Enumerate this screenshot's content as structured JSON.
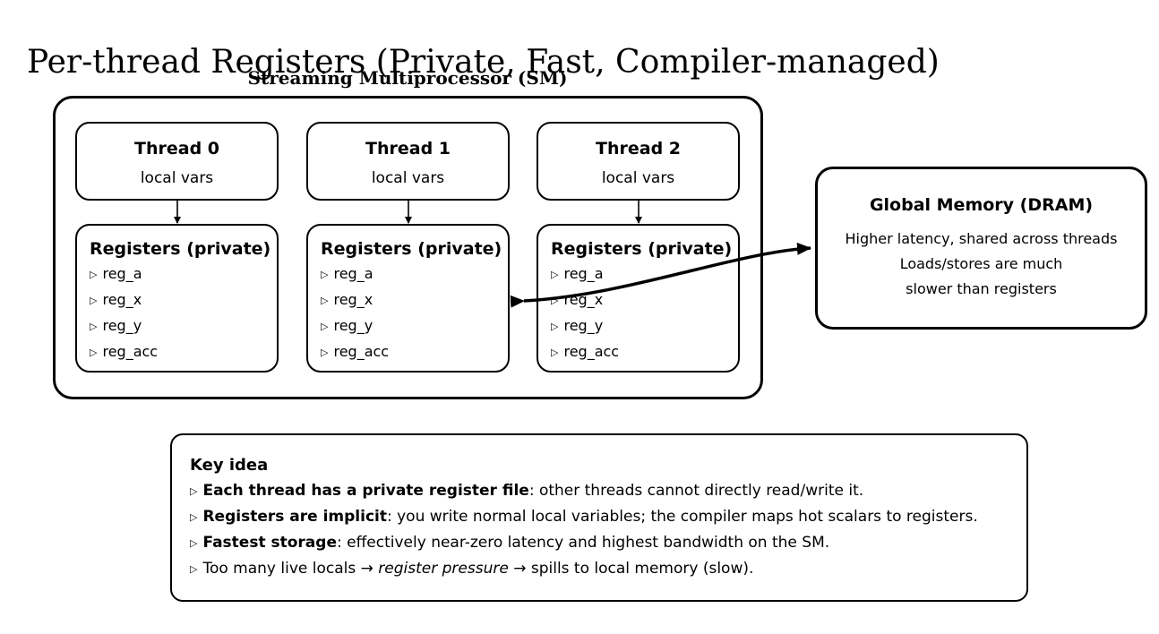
{
  "title": "Per-thread Registers (Private, Fast, Compiler-managed)",
  "sm_label": "Streaming Multiprocessor (SM)",
  "threads": [
    {
      "name": "Thread 0",
      "sub": "local vars"
    },
    {
      "name": "Thread 1",
      "sub": "local vars"
    },
    {
      "name": "Thread 2",
      "sub": "local vars"
    }
  ],
  "registers": {
    "title": "Registers (private)",
    "items": [
      "reg_a",
      "reg_x",
      "reg_y",
      "reg_acc"
    ]
  },
  "global_memory": {
    "title": "Global Memory (DRAM)",
    "lines": [
      "Higher latency, shared across threads",
      "Loads/stores are much",
      "slower than registers"
    ]
  },
  "key_idea": {
    "title": "Key idea",
    "bullets": [
      {
        "bold": "Each thread has a private register file",
        "rest": ": other threads cannot directly read/write it."
      },
      {
        "bold": "Registers are implicit",
        "rest": ": you write normal local variables; the compiler maps hot scalars to registers."
      },
      {
        "bold": "Fastest storage",
        "rest": ": effectively near-zero latency and highest bandwidth on the SM."
      },
      {
        "pre": "Too many live locals → ",
        "italic": "register pressure",
        "post": " → spills to local memory (slow)."
      }
    ]
  }
}
